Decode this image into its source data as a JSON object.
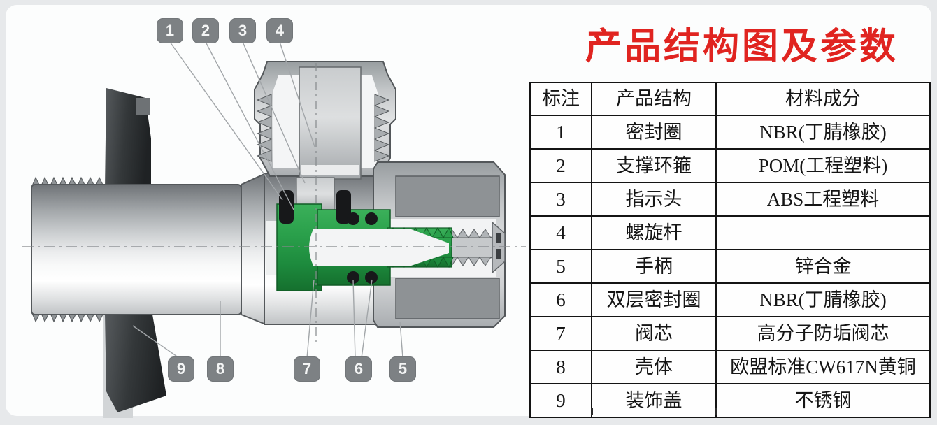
{
  "title": {
    "text": "产品结构图及参数",
    "color": "#e02420"
  },
  "table": {
    "headers": [
      "标注",
      "产品结构",
      "材料成分"
    ],
    "rows": [
      {
        "num": "1",
        "part": "密封圈",
        "material": "NBR(丁腈橡胶)"
      },
      {
        "num": "2",
        "part": "支撑环箍",
        "material": "POM(工程塑料)"
      },
      {
        "num": "3",
        "part": "指示头",
        "material": "ABS工程塑料"
      },
      {
        "num": "4",
        "part": "螺旋杆",
        "material": ""
      },
      {
        "num": "5",
        "part": "手柄",
        "material": "锌合金"
      },
      {
        "num": "6",
        "part": "双层密封圈",
        "material": "NBR(丁腈橡胶)"
      },
      {
        "num": "7",
        "part": "阀芯",
        "material": "高分子防垢阀芯"
      },
      {
        "num": "8",
        "part": "壳体",
        "material": "欧盟标准CW617N黄铜"
      },
      {
        "num": "9",
        "part": "装饰盖",
        "material": "不锈钢"
      }
    ]
  },
  "callouts": {
    "top": [
      "1",
      "2",
      "3",
      "4"
    ],
    "bottom": [
      "9",
      "8",
      "7",
      "6",
      "5"
    ]
  },
  "diagram": {
    "subject": "angle-valve-cutaway",
    "colors": {
      "metal_light": "#dfe1e2",
      "metal_mid": "#b7babc",
      "metal_dark": "#71757a",
      "decorative_cover_dark": "#2f3234",
      "core_green": "#28a04c",
      "seal_black": "#17181a",
      "badge_gray": "#7d8184",
      "leader_line": "#a2a6a9",
      "card_bg": "#fcfdfd",
      "page_bg": "#e7e9eb"
    }
  }
}
